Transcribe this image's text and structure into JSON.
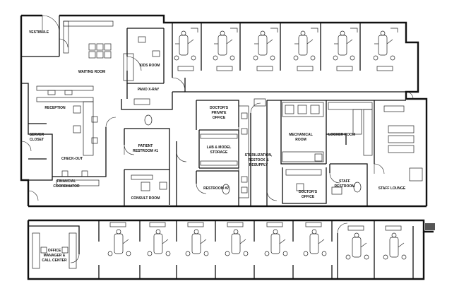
{
  "plan": {
    "rooms": {
      "vestibule": "VESTIBULE",
      "waiting_room": "WAITING ROOM",
      "kids_room": "KIDS ROOM",
      "pano_xray": "PANO X-RAY",
      "reception": "RECEPTION",
      "server_closet_1": "SERVER",
      "server_closet_2": "CLOSET",
      "check_out": "CHECK-OUT",
      "financial_1": "FINANCIAL",
      "financial_2": "COORDINATOR",
      "patient_restroom_1": "PATIENT",
      "patient_restroom_2": "RESTROOM #1",
      "consult_room": "CONSULT ROOM",
      "doctors_private_1": "DOCTOR'S",
      "doctors_private_2": "PRIVATE",
      "doctors_private_3": "OFFICE",
      "lab_1": "LAB & MODEL",
      "lab_2": "STORAGE",
      "restroom_2": "RESTROOM #2",
      "steril_1": "STERILIZATION,",
      "steril_2": "RESTOCK &",
      "steril_3": "RESUPPLY",
      "mechanical_1": "MECHANICAL",
      "mechanical_2": "ROOM",
      "locker_room": "LOCKER ROOM",
      "doctors_office_1": "DOCTOR'S",
      "doctors_office_2": "OFFICE",
      "staff_restroom_1": "STAFF",
      "staff_restroom_2": "RESTROOM",
      "staff_lounge": "STAFF LOUNGE",
      "office_manager_1": "OFFICE",
      "office_manager_2": "MANAGER &",
      "office_manager_3": "CALL CENTER"
    }
  }
}
